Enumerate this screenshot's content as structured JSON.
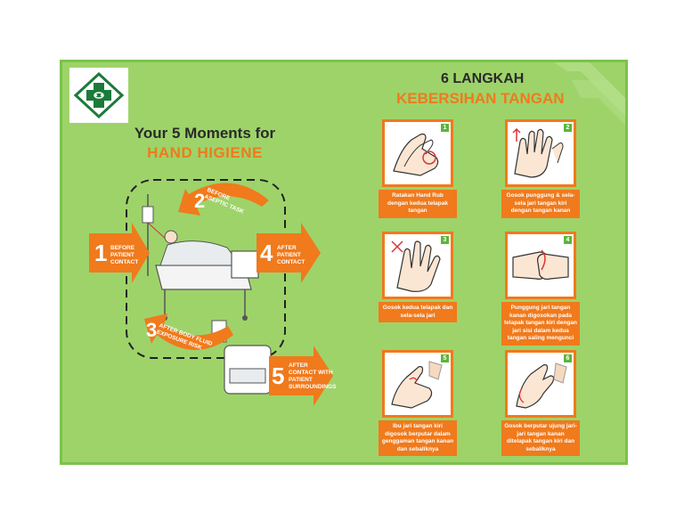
{
  "left": {
    "title_line1": "Your 5 Moments for",
    "title_line2": "HAND HIGIENE",
    "moments": [
      {
        "num": "1",
        "label": "BEFORE PATIENT CONTACT"
      },
      {
        "num": "2",
        "label": "BEFORE ASEPTIC TASK"
      },
      {
        "num": "3",
        "label": "AFTER BODY FLUID EXPOSURE RISK"
      },
      {
        "num": "4",
        "label": "AFTER PATIENT CONTACT"
      },
      {
        "num": "5",
        "label": "AFTER CONTACT WITH PATIENT SURROUNDINGS"
      }
    ]
  },
  "right": {
    "title_line1": "6 LANGKAH",
    "title_line2": "KEBERSIHAN TANGAN",
    "steps": [
      {
        "num": "1",
        "text": "Ratakan Hand Rub dengan kedua telapak tangan"
      },
      {
        "num": "2",
        "text": "Gosok punggung & sela-sela jari tangan kiri dengan tangan kanan"
      },
      {
        "num": "3",
        "text": "Gosok kedua telapak dan sela-sela jari"
      },
      {
        "num": "4",
        "text": "Punggung jari tangan kanan digosokan pada telapak tangan kiri dengan jari sisi dalam kedua tangan saling mengunci"
      },
      {
        "num": "5",
        "text": "Ibu jari tangan kiri digosok berputar dalam genggaman tangan kanan dan sebaliknya"
      },
      {
        "num": "6",
        "text": "Gosok berputar ujung jari-jari tangan kanan ditelapak tangan kiri dan sebaliknya"
      }
    ]
  },
  "colors": {
    "background": "#9ed36a",
    "accent": "#f07a1c",
    "logo_green": "#1c7a3a"
  },
  "icons": [
    "health-cross-logo-icon",
    "hospital-bed-icon",
    "hand-wash-step-icon"
  ]
}
